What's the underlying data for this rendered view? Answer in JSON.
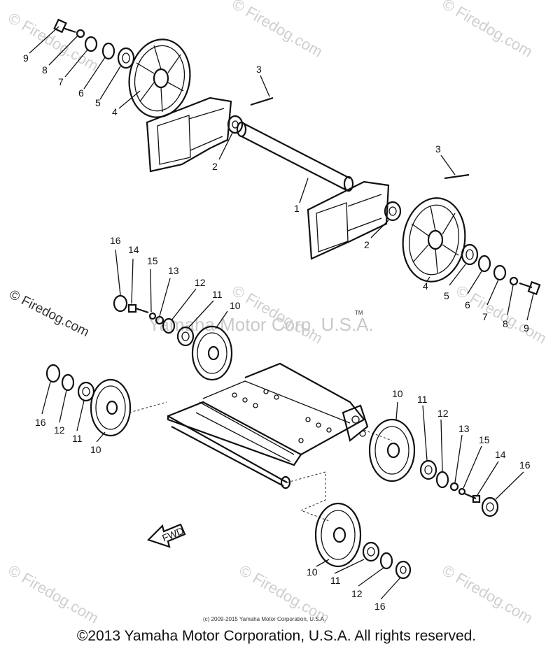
{
  "watermarks": {
    "site": "© Firedog.com",
    "center": "Yamaha Motor Corp, U.S.A.",
    "center_tm": "TM"
  },
  "small_copyright": "(c) 2009-2015 Yamaha Motor Corporation, U.S.A.",
  "footer_copyright": "©2013 Yamaha Motor Corporation, U.S.A. All rights reserved.",
  "fwd_label": "FWD",
  "callouts": {
    "top_left": [
      "9",
      "8",
      "7",
      "6",
      "5",
      "4"
    ],
    "shaft_left_pin": "3",
    "shaft_left_collar": "2",
    "shaft": "1",
    "shaft_right_pin": "3",
    "shaft_right_collar": "2",
    "right_wheel_group": [
      "4",
      "5",
      "6",
      "7",
      "8",
      "9"
    ],
    "mid_left_group": [
      "16",
      "14",
      "15",
      "13",
      "12",
      "11",
      "10"
    ],
    "lower_left_group": [
      "16",
      "12",
      "11",
      "10"
    ],
    "lower_right_group": [
      "10",
      "11",
      "12",
      "13",
      "15",
      "14",
      "16"
    ],
    "bottom_group": [
      "10",
      "11",
      "12",
      "16"
    ]
  }
}
